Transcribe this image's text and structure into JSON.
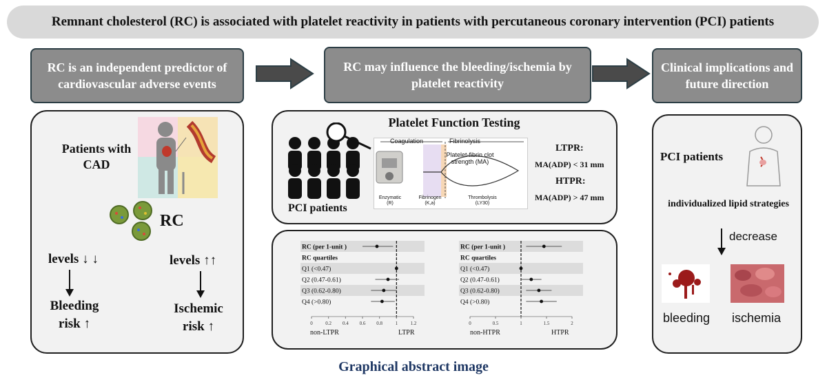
{
  "title": "Remnant cholesterol (RC) is associated with platelet reactivity in patients with percutaneous coronary intervention (PCI) patients",
  "headers": {
    "left": "RC is an independent predictor of cardiovascular adverse events",
    "middle": "RC may influence the bleeding/ischemia by platelet reactivity",
    "right": "Clinical implications and future direction"
  },
  "left_panel": {
    "patients_label": "Patients with CAD",
    "rc_label": "RC",
    "levels_low": "levels ↓ ↓",
    "levels_high": "levels ↑↑",
    "bleeding_risk": "Bleeding risk ↑",
    "ischemic_risk": "Ischemic risk ↑"
  },
  "pft_panel": {
    "title": "Platelet Function Testing",
    "patients_label": "PCI patients",
    "teg": {
      "coagulation": "Coagulation",
      "fibrinolysis": "Fibrinolysis",
      "clot": "Platelet-fibrin clot strength (MA)",
      "enzymatic": "Enzymatic (R)",
      "fibrinogen": "Fibrinogen (K,a)",
      "thrombolysis": "Thrombolysis (LY30)"
    },
    "ltpr_label": "LTPR:",
    "ltpr_value": "MA(ADP) < 31 mm",
    "htpr_label": "HTPR:",
    "htpr_value": "MA(ADP) > 47 mm"
  },
  "forest": {
    "rows": [
      "RC (per 1-unit )",
      "RC quartiles",
      "Q1 (<0.47)",
      "Q2 (0.47-0.61)",
      "Q3 (0.62-0.80)",
      "Q4 (>0.80)"
    ],
    "left_axis_ticks": [
      "0",
      "0.2",
      "0.4",
      "0.6",
      "0.8",
      "1",
      "1.2"
    ],
    "right_axis_ticks": [
      "0",
      "0.5",
      "1",
      "1.5",
      "2"
    ],
    "left_low": "non-LTPR",
    "left_high": "LTPR",
    "right_low": "non-HTPR",
    "right_high": "HTPR"
  },
  "chart_data": [
    {
      "type": "scatter",
      "title": "",
      "xlim": [
        0,
        1.2
      ],
      "reference_line": 1,
      "rows": [
        "RC (per 1-unit )",
        "RC quartiles",
        "Q1 (<0.47)",
        "Q2 (0.47-0.61)",
        "Q3 (0.62-0.80)",
        "Q4 (>0.80)"
      ],
      "estimates": [
        0.77,
        null,
        1.0,
        0.9,
        0.85,
        0.83
      ],
      "ci_low": [
        0.6,
        null,
        1.0,
        0.75,
        0.7,
        0.7
      ],
      "ci_high": [
        0.96,
        null,
        1.0,
        1.03,
        1.0,
        0.98
      ]
    },
    {
      "type": "scatter",
      "title": "",
      "xlim": [
        0,
        2
      ],
      "reference_line": 1,
      "rows": [
        "RC (per 1-unit )",
        "RC quartiles",
        "Q1 (<0.47)",
        "Q2 (0.47-0.61)",
        "Q3 (0.62-0.80)",
        "Q4 (>0.80)"
      ],
      "estimates": [
        1.45,
        null,
        1.0,
        1.2,
        1.35,
        1.4
      ],
      "ci_low": [
        1.1,
        null,
        1.0,
        1.0,
        1.1,
        1.1
      ],
      "ci_high": [
        1.8,
        null,
        1.0,
        1.4,
        1.6,
        1.7
      ]
    }
  ],
  "right_panel": {
    "patients_label": "PCI patients",
    "strategy": "individualized lipid strategies",
    "decrease": "decrease",
    "bleeding": "bleeding",
    "ischemia": "ischemia"
  },
  "footer": "Graphical abstract image",
  "colors": {
    "header_bg": "#8c8c8c",
    "panel_bg": "#f2f2f2",
    "title_bg": "#d9d9d9",
    "footer_text": "#1f3864"
  }
}
